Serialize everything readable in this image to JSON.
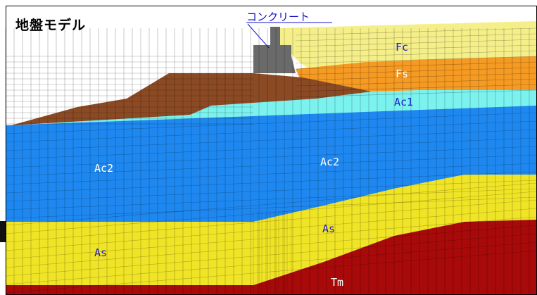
{
  "title": "地盤モデル",
  "callout": {
    "text": "コンクリート",
    "color": "#1515c8"
  },
  "layers": [
    {
      "id": "Fc",
      "label": "Fc",
      "color": "#f5ef8a",
      "label_color": "#1a1ad0"
    },
    {
      "id": "Fs",
      "label": "Fs",
      "color": "#f59a22",
      "label_color": "#ffffff"
    },
    {
      "id": "Ac1",
      "label": "Ac1",
      "color": "#7bf2ee",
      "label_color": "#1a1ad0"
    },
    {
      "id": "Ac2",
      "label": "Ac2",
      "color": "#1e88f0",
      "label_color": "#ffffff"
    },
    {
      "id": "As",
      "label": "As",
      "color": "#f0e426",
      "label_color": "#1a1ad0"
    },
    {
      "id": "Tm",
      "label": "Tm",
      "color": "#a80a0a",
      "label_color": "#ffffff"
    }
  ],
  "fill_colors": {
    "embankment": "#8b4a24",
    "concrete": "#6a6a6a",
    "ac1_strip": "#7bf2ee"
  }
}
